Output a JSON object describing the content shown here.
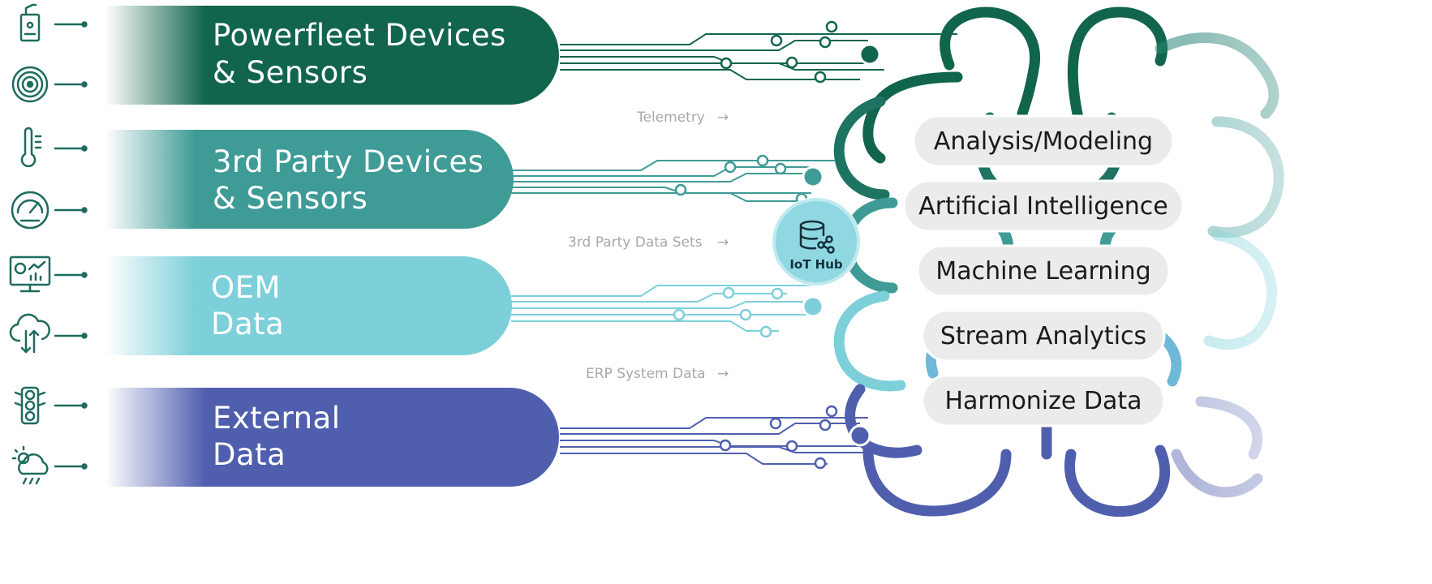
{
  "colors": {
    "powerfleet": "#12654d",
    "third_party": "#3f9b96",
    "oem": "#7dd0da",
    "external": "#4f5fae",
    "icon": "#1d6b5f",
    "pill_bg": "#ebebeb",
    "hub": "#8fd8e2"
  },
  "sources": [
    {
      "line1": "Powerfleet Devices",
      "line2": "& Sensors",
      "icons": [
        "sensor-device-icon",
        "target-sensor-icon"
      ]
    },
    {
      "line1": "3rd Party Devices",
      "line2": "& Sensors",
      "icons": [
        "thermometer-icon",
        "gauge-icon"
      ]
    },
    {
      "line1": "OEM",
      "line2": "Data",
      "icons": [
        "monitor-dashboard-icon",
        "cloud-sync-icon"
      ]
    },
    {
      "line1": "External",
      "line2": "Data",
      "icons": [
        "traffic-light-icon",
        "weather-storm-icon"
      ]
    }
  ],
  "flows": [
    {
      "label": "Telemetry",
      "arrow": "→"
    },
    {
      "label": "3rd Party Data Sets",
      "arrow": "→"
    },
    {
      "label": "ERP System Data",
      "arrow": "→"
    }
  ],
  "hub": {
    "label": "IoT Hub",
    "icon": "database-share-icon"
  },
  "capabilities": [
    "Analysis/Modeling",
    "Artificial Intelligence",
    "Machine Learning",
    "Stream Analytics",
    "Harmonize Data"
  ]
}
